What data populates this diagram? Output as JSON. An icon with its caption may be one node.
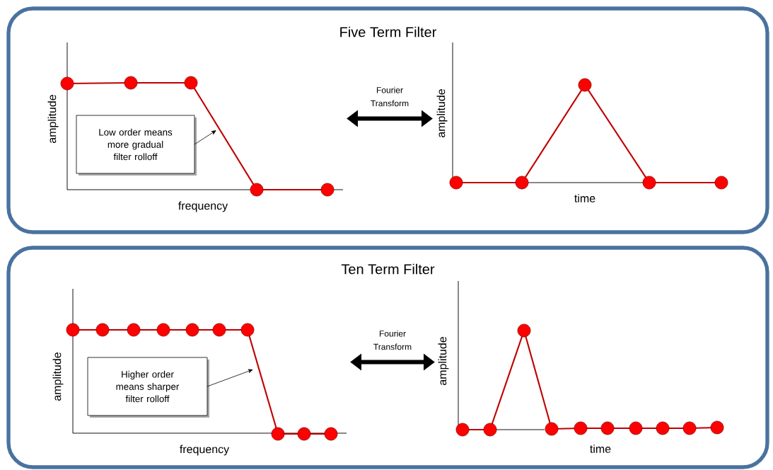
{
  "diagram": {
    "nodes": [
      {
        "text": [
          "Five Term Filter"
        ]
      },
      {
        "text": [],
        "shape": "picture",
        "in": 0
      },
      {
        "text": [
          "Low order means more gradual filter rolloff"
        ],
        "in": 1
      },
      {
        "text": [],
        "shape": "picture",
        "in": 0
      },
      {
        "text": [
          "Ten Term Filter"
        ]
      },
      {
        "text": [],
        "shape": "picture",
        "in": 4
      },
      {
        "text": [
          "Higher order means sharper filter rolloff"
        ],
        "in": 5
      },
      {
        "text": [],
        "shape": "picture",
        "in": 4
      }
    ],
    "edges": [
      {
        "from": 1,
        "to": 3,
        "arrow": "both",
        "label": "Fourier Transform",
        "style": "thick"
      },
      {
        "from": 2,
        "to": null,
        "arrow": "to"
      },
      {
        "from": 5,
        "to": 7,
        "arrow": "both",
        "label": "Fourier Transform",
        "style": "thick"
      },
      {
        "from": 6,
        "to": null,
        "arrow": "to"
      }
    ],
    "labels": [
      "amplitude",
      "frequency",
      "amplitude",
      "time",
      "amplitude",
      "frequency",
      "amplitude",
      "time"
    ]
  }
}
